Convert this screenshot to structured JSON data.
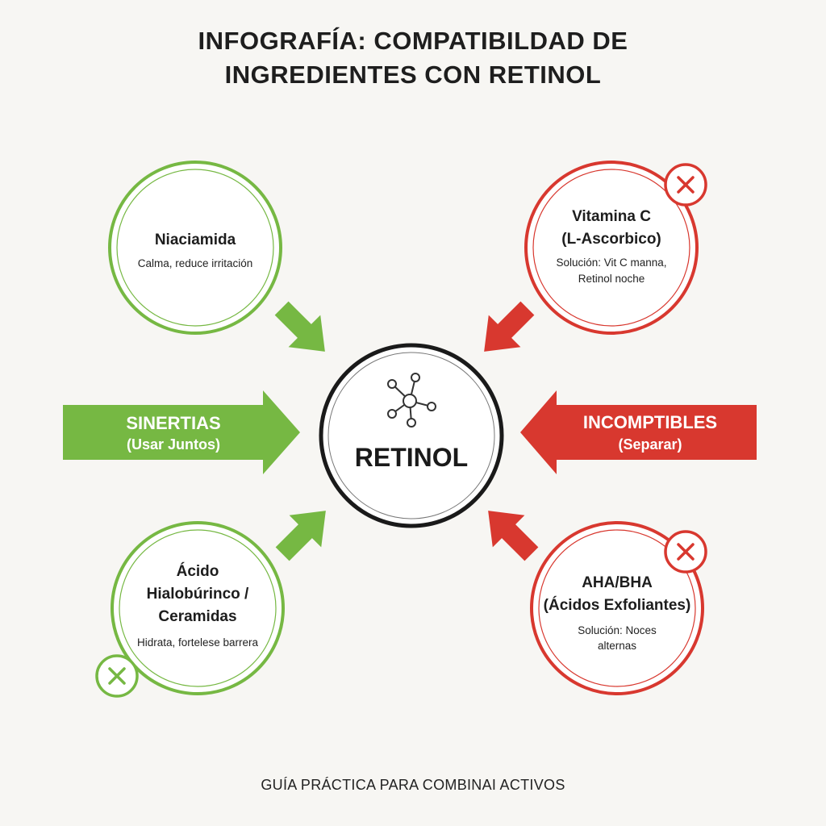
{
  "title": {
    "line1": "INFOGRAFÍA: COMPATIBILDAD DE",
    "line2": "INGREDIENTES CON RETINOL"
  },
  "center": {
    "label": "RETINOL",
    "icon": "molecule-icon"
  },
  "synergies": {
    "title": "SINERTIAS",
    "subtitle": "(Usar Juntos)"
  },
  "incompatibles": {
    "title": "INCOMPTIBLES",
    "subtitle": "(Separar)"
  },
  "nodes": {
    "niacinamide": {
      "title": "Niaciamida",
      "desc": "Calma, reduce irritación"
    },
    "hyaluronic": {
      "title_line1": "Ácido",
      "title_line2": "Hialobúrinco /",
      "title_line3": "Ceramidas",
      "desc": "Hidrata, fortelese barrera"
    },
    "vitamin_c": {
      "title_line1": "Vitamina C",
      "title_line2": "(L-Ascorbico)",
      "desc_line1": "Solución: Vit C manna,",
      "desc_line2": "Retinol noche"
    },
    "aha_bha": {
      "title_line1": "AHA/BHA",
      "title_line2": "(Ácidos Exfoliantes)",
      "desc_line1": "Solución: Noces",
      "desc_line2": "alternas"
    }
  },
  "footer": "GUÍA PRÁCTICA PARA COMBINAI ACTIVOS",
  "colors": {
    "green": "#76b843",
    "red": "#d8382f",
    "dark": "#1a1a1a",
    "background": "#f7f6f3"
  }
}
